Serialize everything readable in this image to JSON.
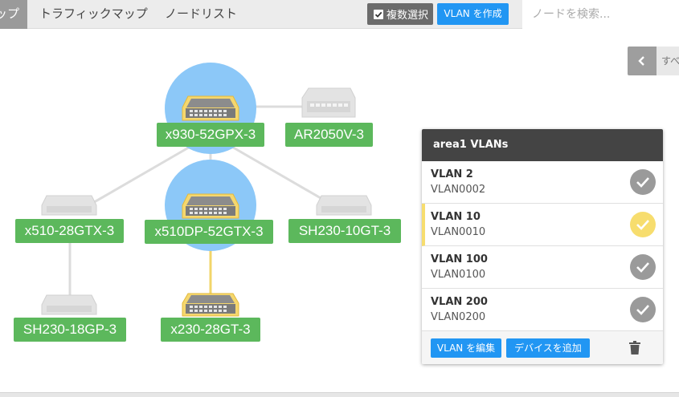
{
  "toolbar": {
    "active_tab_label": "ップ",
    "tabs": [
      "トラフィックマップ",
      "ノードリスト"
    ],
    "multi_select_label": "複数選択",
    "multi_select_checked": true,
    "create_vlan_label": "VLAN を作成",
    "search_placeholder": "ノードを検索..."
  },
  "collapse_panel": {
    "icon": "chevron-left-icon",
    "tail_text": "すべ"
  },
  "nodes": {
    "x930": "x930-52GPX-3",
    "ar2050": "AR2050V-3",
    "x510gtx": "x510-28GTX-3",
    "x510dp": "x510DP-52GTX-3",
    "sh230_10": "SH230-10GT-3",
    "sh230_18": "SH230-18GP-3",
    "x230": "x230-28GT-3"
  },
  "vlan_panel": {
    "title": "area1 VLANs",
    "vlans": [
      {
        "name": "VLAN 2",
        "id": "VLAN0002",
        "selected": false
      },
      {
        "name": "VLAN 10",
        "id": "VLAN0010",
        "selected": true
      },
      {
        "name": "VLAN 100",
        "id": "VLAN0100",
        "selected": false
      },
      {
        "name": "VLAN 200",
        "id": "VLAN0200",
        "selected": false
      }
    ],
    "edit_label": "VLAN を編集",
    "add_device_label": "デバイスを追加",
    "delete_icon": "trash-icon"
  },
  "colors": {
    "accent": "#2196f3",
    "node_label": "#5cb85c",
    "highlight": "#f7dd6e",
    "halo": "#8cc8f8"
  }
}
